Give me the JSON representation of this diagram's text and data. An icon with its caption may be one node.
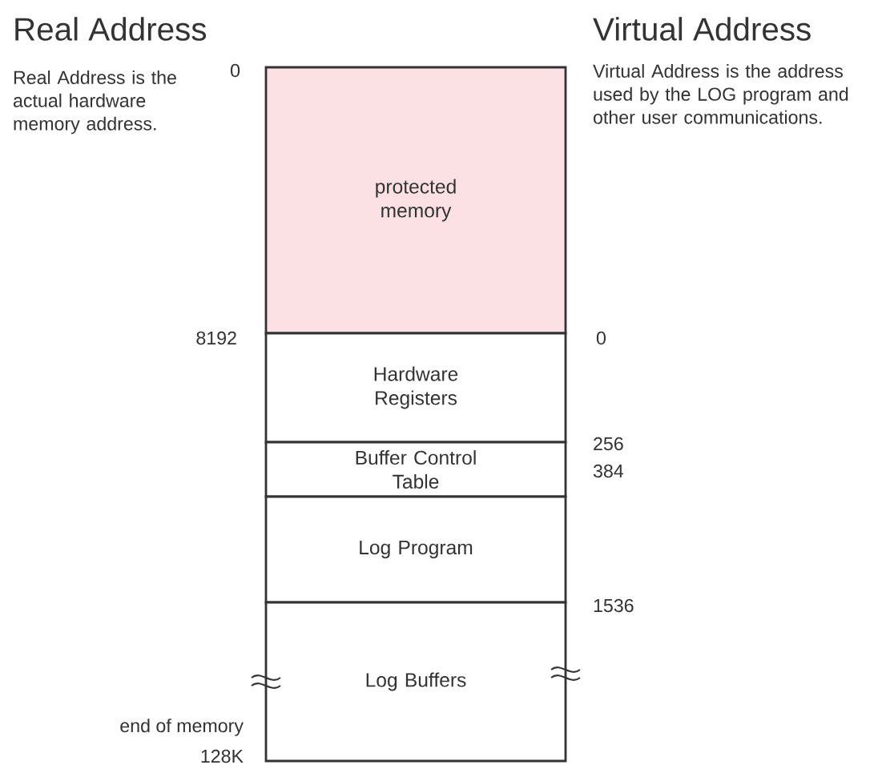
{
  "diagram": {
    "nodes": [
      {
        "text": [
          "protected memory"
        ]
      },
      {
        "text": [
          "Hardware Registers"
        ]
      },
      {
        "text": [
          "Buffer Control Table"
        ]
      },
      {
        "text": [
          "Log Program"
        ]
      },
      {
        "text": [
          "Log Buffers"
        ]
      }
    ],
    "edges": [],
    "labels": [
      "Real Address",
      "Virtual Address",
      "Real Address is the actual hardware memory address.",
      "0",
      "Virtual Address is the address used by the LOG program and other user communications.",
      "8192",
      "0",
      "256",
      "384",
      "1536",
      "end of memory",
      "128K"
    ]
  }
}
